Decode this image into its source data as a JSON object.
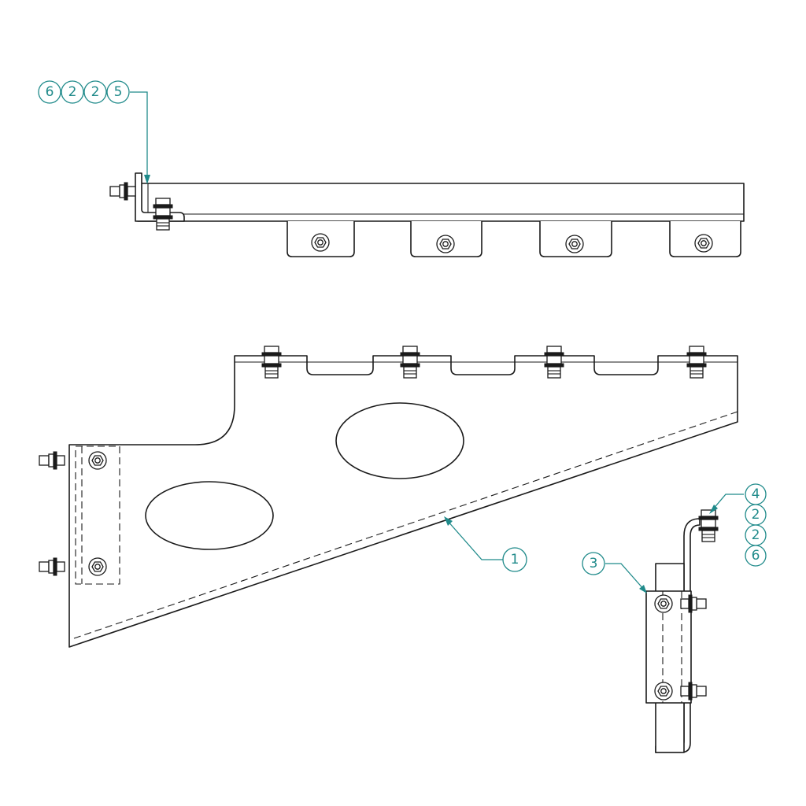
{
  "callouts": {
    "top_group": [
      "6",
      "2",
      "2",
      "5"
    ],
    "right_group": [
      "4",
      "2",
      "2",
      "6"
    ],
    "part_bracket": "1",
    "part_side_plate": "3"
  },
  "colors": {
    "linework": "#1a1a1a",
    "balloon": "#1f8a8a",
    "background": "#ffffff"
  }
}
